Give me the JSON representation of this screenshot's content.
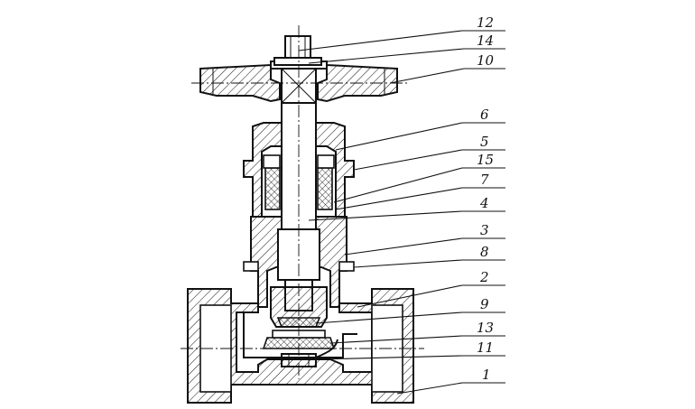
{
  "labels": [
    "12",
    "14",
    "10",
    "6",
    "5",
    "15",
    "7",
    "4",
    "3",
    "8",
    "2",
    "9",
    "13",
    "11",
    "1"
  ]
}
